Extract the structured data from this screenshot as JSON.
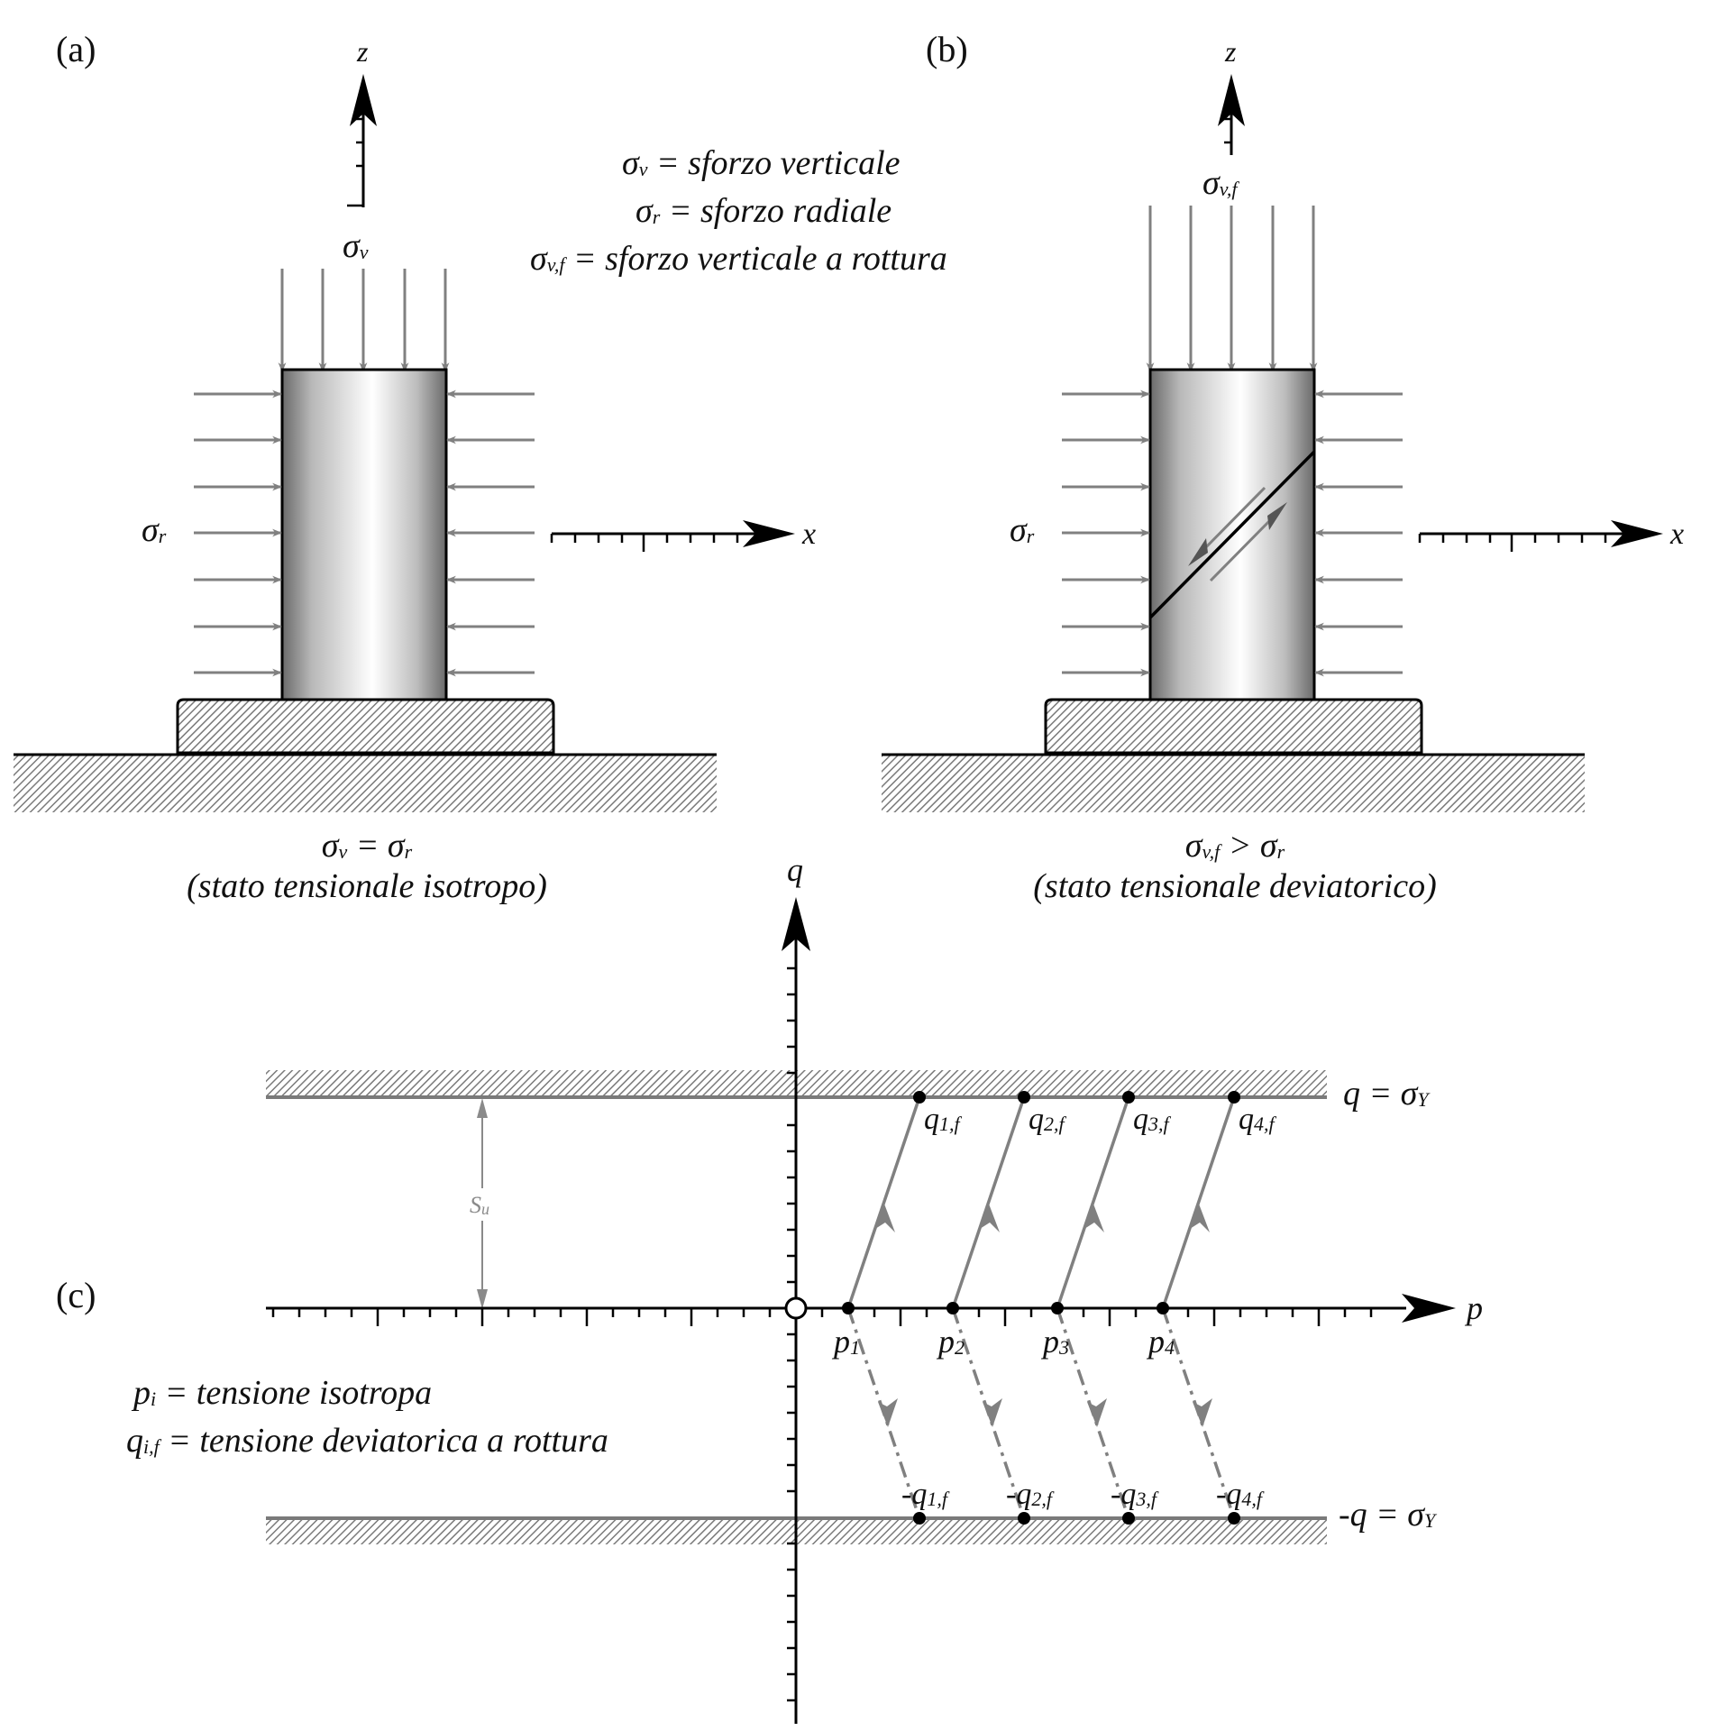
{
  "panel_labels": {
    "a": "(a)",
    "b": "(b)",
    "c": "(c)"
  },
  "axes": {
    "z": "z",
    "x": "x",
    "q": "q",
    "p": "p"
  },
  "stresses": {
    "sigma_v": "σ",
    "sigma_v_sub": "v",
    "sigma_r": "σ",
    "sigma_r_sub": "r",
    "sigma_vf": "σ",
    "sigma_vf_sub": "v,f"
  },
  "legend_top": {
    "line1_sym": "σ",
    "line1_sub": "v",
    "line1_text": " = sforzo verticale",
    "line2_sym": "σ",
    "line2_sub": "r",
    "line2_text": " = sforzo radiale",
    "line3_sym": "σ",
    "line3_sub": "v,f",
    "line3_text": " = sforzo verticale a rottura"
  },
  "caption_a": {
    "eq_left": "σ",
    "eq_left_sub": "v",
    "eq_op": " = ",
    "eq_right": "σ",
    "eq_right_sub": "r",
    "desc": "(stato tensionale isotropo)"
  },
  "caption_b": {
    "eq_left": "σ",
    "eq_left_sub": "v,f",
    "eq_op": " > ",
    "eq_right": "σ",
    "eq_right_sub": "r",
    "desc": "(stato tensionale deviatorico)"
  },
  "yield_upper": {
    "lhs": "q = σ",
    "sub": "Y"
  },
  "yield_lower": {
    "lhs": "-q = σ",
    "sub": "Y"
  },
  "su_label": {
    "main": "S",
    "sub": "u"
  },
  "points_p": [
    {
      "main": "p",
      "sub": "1"
    },
    {
      "main": "p",
      "sub": "2"
    },
    {
      "main": "p",
      "sub": "3"
    },
    {
      "main": "p",
      "sub": "4"
    }
  ],
  "points_qf": [
    {
      "main": "q",
      "sub": "1,f"
    },
    {
      "main": "q",
      "sub": "2,f"
    },
    {
      "main": "q",
      "sub": "3,f"
    },
    {
      "main": "q",
      "sub": "4,f"
    }
  ],
  "points_neg_qf": [
    {
      "main": "-q",
      "sub": "1,f"
    },
    {
      "main": "-q",
      "sub": "2,f"
    },
    {
      "main": "-q",
      "sub": "3,f"
    },
    {
      "main": "-q",
      "sub": "4,f"
    }
  ],
  "legend_bottom": {
    "line1_main": "p",
    "line1_sub": "i",
    "line1_text": " = tensione isotropa",
    "line2_main": "q",
    "line2_sub": "i,f",
    "line2_text": " = tensione deviatorica a rottura"
  },
  "colors": {
    "arrow": "#808080",
    "ink": "#000000",
    "hatch": "#8a8a8a"
  }
}
